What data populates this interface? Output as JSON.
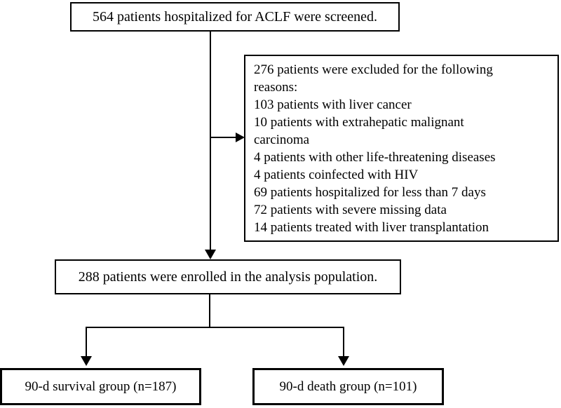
{
  "figure": {
    "kind": "patient-flow-diagram",
    "background_color": "#ffffff",
    "line_color": "#000000"
  },
  "boxes": {
    "screened": {
      "text": "564 patients hospitalized for ACLF were screened."
    },
    "excluded": {
      "lines": [
        "276 patients were excluded for the following",
        "reasons:",
        "103 patients with liver cancer",
        "10 patients with extrahepatic malignant",
        "carcinoma",
        "4 patients with other life-threatening diseases",
        "4 patients coinfected with HIV",
        "69 patients hospitalized for less than 7 days",
        "72 patients with severe missing data",
        "14 patients treated with liver transplantation"
      ]
    },
    "enrolled": {
      "text": "288 patients were enrolled in the analysis population."
    },
    "survival": {
      "text": "90-d survival group (n=187)"
    },
    "death": {
      "text": "90-d death group (n=101)"
    }
  }
}
